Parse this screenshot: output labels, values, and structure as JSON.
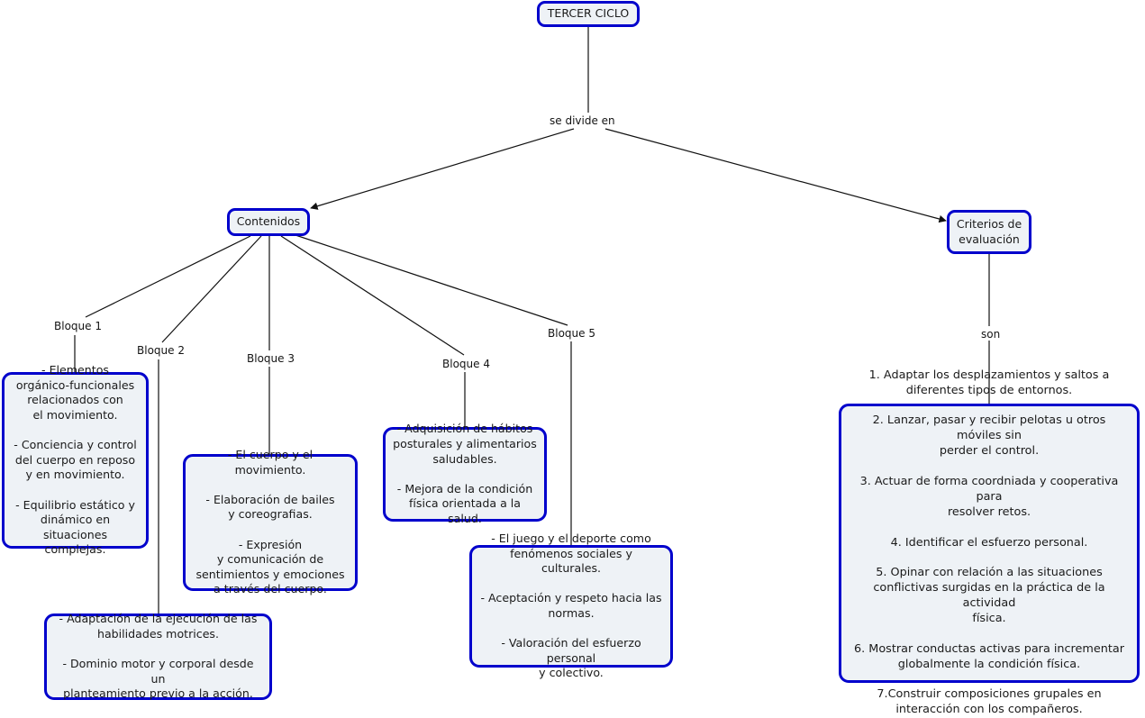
{
  "diagram": {
    "title": "TERCER CICLO",
    "type": "concept-map",
    "colors": {
      "node_border": "#0000cc",
      "node_fill": "#eef2f6",
      "edge": "#111111",
      "text": "#1a1a1a",
      "background": "#ffffff"
    },
    "nodes": {
      "root": {
        "label": "TERCER CICLO"
      },
      "contenidos": {
        "label": "Contenidos"
      },
      "criterios": {
        "label": "Criterios de\nevaluación"
      },
      "bloque1_box": {
        "label": "- Elementos\norgánico-funcionales\nrelacionados con\nel movimiento.\n\n- Conciencia y control\ndel cuerpo en reposo\ny en movimiento.\n\n- Equilibrio estático y\ndinámico en situaciones\ncomplejas."
      },
      "bloque2_box": {
        "label": "- Adaptación de la ejecución de las\nhabilidades motrices.\n\n- Dominio motor y corporal desde un\nplanteamiento previo a la acción."
      },
      "bloque3_box": {
        "label": "- El cuerpo y el movimiento.\n\n- Elaboración de bailes\ny coreografias.\n\n- Expresión\ny comunicación de\nsentimientos y emociones\na través del  cuerpo."
      },
      "bloque4_box": {
        "label": "- Adquisición de hábitos\nposturales y alimentarios\nsaludables.\n\n- Mejora de la condición\nfísica orientada a la salud."
      },
      "bloque5_box": {
        "label": "- El juego y el deporte como\nfenómenos sociales y culturales.\n\n- Aceptación y respeto hacia las\nnormas.\n\n- Valoración del esfuerzo personal\ny colectivo."
      },
      "criterios_box": {
        "label": "1. Adaptar los desplazamientos y saltos a\ndiferentes tipos de entornos.\n\n2. Lanzar, pasar y recibir pelotas u otros móviles sin\nperder el control.\n\n3. Actuar de forma coordniada y cooperativa para\nresolver retos.\n\n4. Identificar el esfuerzo personal.\n\n5. Opinar con relación a las situaciones\nconflictivas surgidas en la práctica de la actividad\nfísica.\n\n6. Mostrar conductas activas para incrementar\nglobalmente la condición física.\n\n7.Construir composiciones grupales en\ninteracción con los compañeros."
      }
    },
    "link_labels": {
      "se_divide_en": "se divide en",
      "son": "son",
      "bloque1": "Bloque 1",
      "bloque2": "Bloque 2",
      "bloque3": "Bloque 3",
      "bloque4": "Bloque 4",
      "bloque5": "Bloque 5"
    }
  }
}
